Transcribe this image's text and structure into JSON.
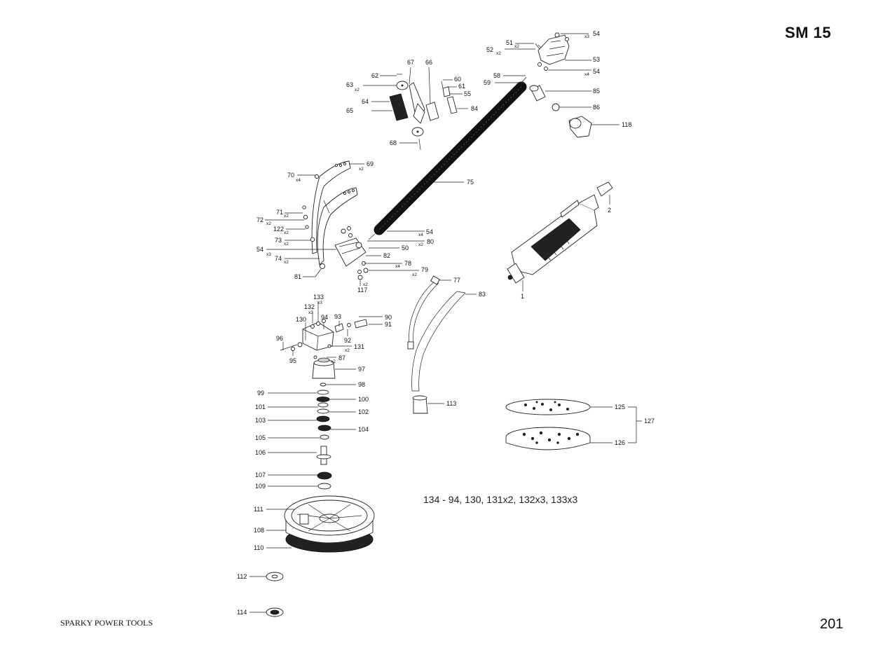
{
  "header": {
    "model": "SM 15"
  },
  "footer": {
    "brand": "SPARKY POWER TOOLS",
    "page_number": "201"
  },
  "kit_note": "134 - 94, 130, 131x2, 132x3, 133x3",
  "callouts": {
    "c54a": "54",
    "c54a_q": "x3",
    "c51": "51",
    "c51_q": "x2",
    "c52": "52",
    "c52_q": "x2",
    "c53": "53",
    "c54b": "54",
    "c54b_q": "x4",
    "c67": "67",
    "c66": "66",
    "c62": "62",
    "c60": "60",
    "c61": "61",
    "c63": "63",
    "c63_q": "x2",
    "c55": "55",
    "c58": "58",
    "c59": "59",
    "c85": "85",
    "c64": "64",
    "c65": "65",
    "c84": "84",
    "c86": "86",
    "c118": "118",
    "c68": "68",
    "c69": "69",
    "c69_q": "x2",
    "c70": "70",
    "c70_q": "x4",
    "c75": "75",
    "c2": "2",
    "c71": "71",
    "c71_q": "x2",
    "c72": "72",
    "c72_q": "x2",
    "c122": "122",
    "c122_q": "x2",
    "c73": "73",
    "c73_q": "x2",
    "c54c": "54",
    "c54c_q": "x4",
    "c80": "80",
    "c80_q": "x2",
    "c54d": "54",
    "c54d_q": "x3",
    "c50": "50",
    "c74": "74",
    "c74_q": "x2",
    "c82": "82",
    "c78": "78",
    "c78_q": "x4",
    "c79": "79",
    "c79_q": "x2",
    "c81": "81",
    "c117": "117",
    "c117_q": "x2",
    "c77": "77",
    "c1": "1",
    "c83": "83",
    "c133": "133",
    "c133_q": "x3",
    "c132": "132",
    "c132_q": "x3",
    "c93": "93",
    "c94": "94",
    "c130": "130",
    "c90": "90",
    "c91": "91",
    "c92": "92",
    "c96": "96",
    "c131": "131",
    "c131_q": "x2",
    "c95": "95",
    "c87": "87",
    "c87_q": "x2",
    "c97": "97",
    "c98": "98",
    "c99": "99",
    "c100": "100",
    "c101": "101",
    "c102": "102",
    "c103": "103",
    "c104": "104",
    "c105": "105",
    "c106": "106",
    "c107": "107",
    "c109": "109",
    "c111": "111",
    "c108": "108",
    "c110": "110",
    "c112": "112",
    "c114": "114",
    "c113": "113",
    "c125": "125",
    "c127": "127",
    "c126": "126"
  }
}
